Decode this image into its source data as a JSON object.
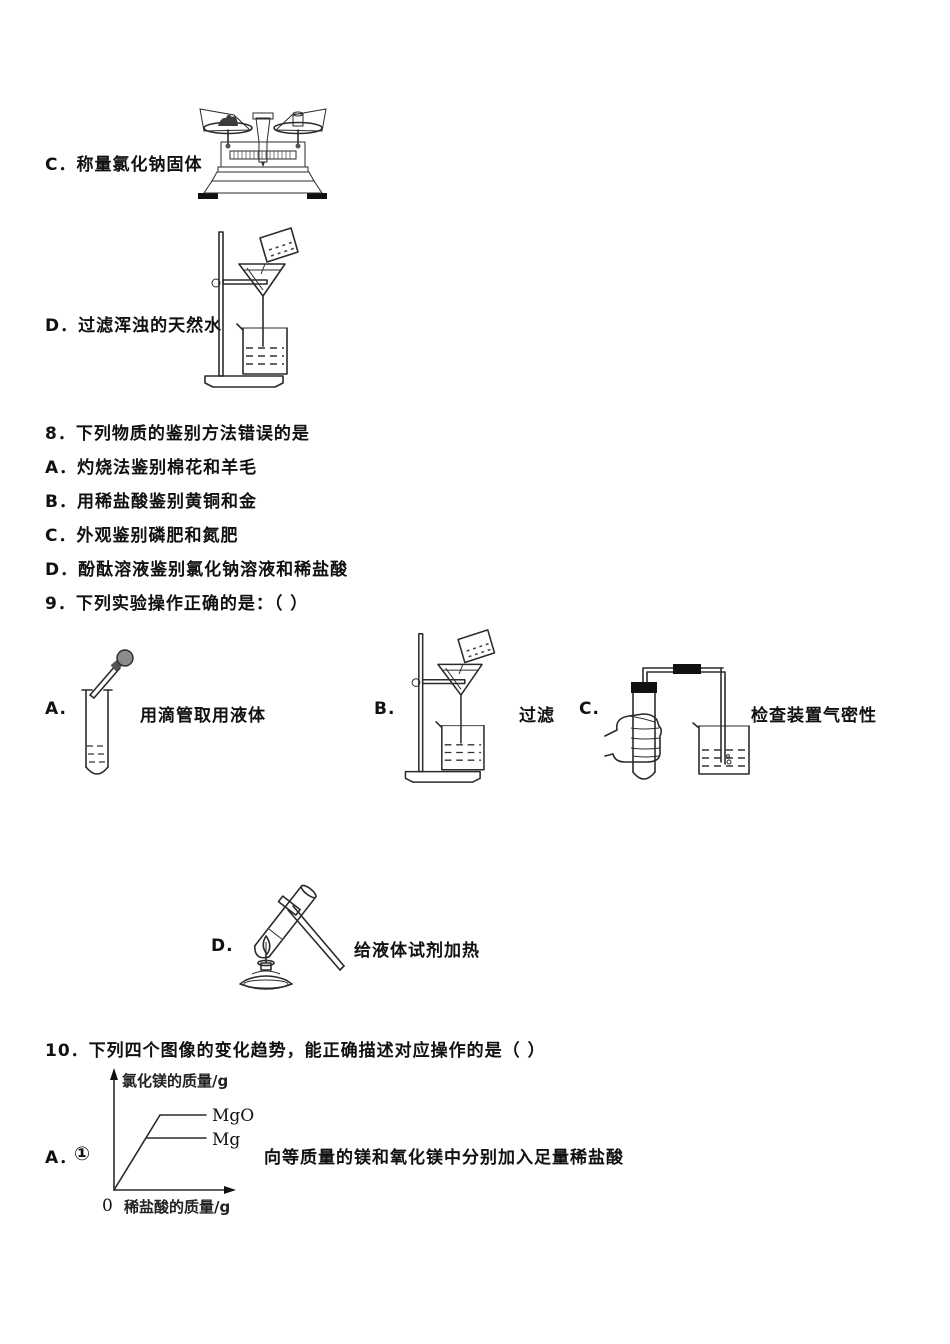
{
  "page": {
    "background": "#ffffff",
    "text_color": "#111111"
  },
  "prev_question_options": {
    "option_c_label": "C．称量氯化钠固体",
    "option_d_label": "D．过滤浑浊的天然水"
  },
  "question8": {
    "stem": "8．下列物质的鉴别方法错误的是",
    "option_a": "A．灼烧法鉴别棉花和羊毛",
    "option_b": "B．用稀盐酸鉴别黄铜和金",
    "option_c": "C．外观鉴别磷肥和氮肥",
    "option_d": "D．酚酞溶液鉴别氯化钠溶液和稀盐酸"
  },
  "question9": {
    "stem": "9．下列实验操作正确的是：（ ）",
    "option_a_letter": "A.",
    "option_a_caption": "用滴管取用液体",
    "option_b_letter": "B.",
    "option_b_caption": "过滤",
    "option_c_letter": "C.",
    "option_c_caption": "检查装置气密性",
    "option_d_letter": "D.",
    "option_d_caption": "给液体试剂加热"
  },
  "question10": {
    "stem": "10．下列四个图像的变化趋势，能正确描述对应操作的是（ ）",
    "option_a_letter": "A．",
    "option_a_number": "①",
    "option_a_description": "向等质量的镁和氧化镁中分别加入足量稀盐酸"
  },
  "diagrams": {
    "balance": "double-pan-balance-weighing-solid",
    "filtration_top": "filtration-apparatus-with-stand-funnel-beaker",
    "dropper": "dropper-inserted-in-test-tube",
    "filtration_b": "filtration-apparatus-with-stand-funnel-beaker",
    "airtight": "hand-holding-test-tube-gas-tightness-check",
    "heating": "test-tube-heated-over-alcohol-lamp",
    "graph": "mass-of-mgcl2-vs-mass-of-dilute-hcl-line-graph"
  },
  "chart_data": {
    "type": "line",
    "title": "",
    "xlabel": "稀盐酸的质量/g",
    "ylabel": "氯化镁的质量/g",
    "origin_label": "0",
    "xlim": [
      0,
      10
    ],
    "ylim": [
      0,
      10
    ],
    "grid": false,
    "legend_position": "right-of-lines",
    "series": [
      {
        "name": "MgO",
        "x": [
          0,
          4.0,
          8.0
        ],
        "y": [
          0,
          6.6,
          6.6
        ]
      },
      {
        "name": "Mg",
        "x": [
          0,
          2.8,
          8.0
        ],
        "y": [
          0,
          4.6,
          4.6
        ]
      }
    ]
  }
}
